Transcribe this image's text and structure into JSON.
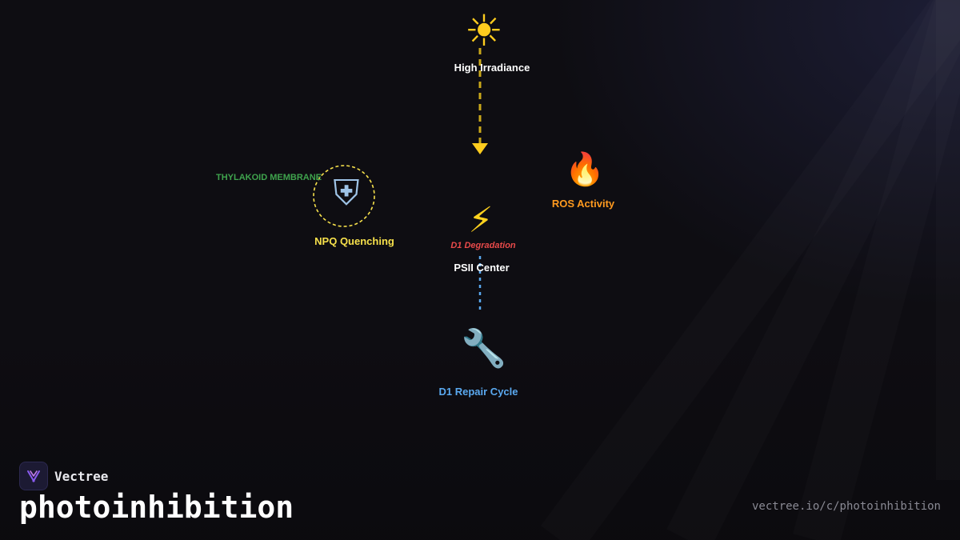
{
  "diagram": {
    "nodes": [
      {
        "id": "sun",
        "icon": "sun-icon",
        "glyph": "☀",
        "label": "High Irradiance",
        "color": "#ffffff"
      },
      {
        "id": "npq",
        "icon": "shield-icon",
        "glyph": "⛨",
        "label": "NPQ Quenching",
        "color": "#f6e04b"
      },
      {
        "id": "ros",
        "icon": "fire-icon",
        "glyph": "🔥",
        "label": "ROS Activity",
        "color": "#ff9a1f"
      },
      {
        "id": "psii",
        "icon": "lightning-bolt-icon",
        "glyph": "⚡",
        "label": "PSII Center",
        "color": "#ffffff"
      },
      {
        "id": "repair",
        "icon": "wrench-icon",
        "glyph": "🔧",
        "label": "D1 Repair Cycle",
        "color": "#5aa9f0"
      }
    ],
    "annotations": {
      "membrane": "THYLAKOID MEMBRANE",
      "degradation": "D1 Degradation"
    },
    "edges": [
      {
        "from": "sun",
        "to": "psii",
        "style": "dashed-arrow",
        "color": "#e8c21a"
      },
      {
        "from": "psii",
        "to": "repair",
        "style": "dotted",
        "color": "#5aa9f0"
      }
    ],
    "colors": {
      "background": "#0e0d12",
      "npq_ring": "#f6e04b",
      "membrane": "#3fa34d",
      "degradation": "#e84a4a"
    }
  },
  "brand": {
    "name": "Vectree",
    "logo_icon": "vectree-logo-icon"
  },
  "page": {
    "title": "photoinhibition",
    "url": "vectree.io/c/photoinhibition"
  }
}
